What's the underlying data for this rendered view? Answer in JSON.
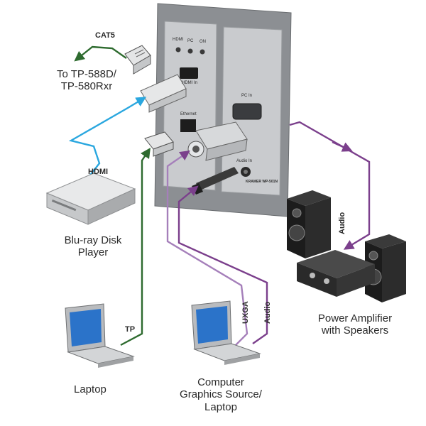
{
  "labels": {
    "cat5": "CAT5",
    "to_tp_line1": "To TP-588D/",
    "to_tp_line2": "TP-580Rxr",
    "hdmi": "HDMI",
    "bluray_line1": "Blu-ray Disk",
    "bluray_line2": "Player",
    "tp": "TP",
    "laptop": "Laptop",
    "computer_line1": "Computer",
    "computer_line2": "Graphics Source/",
    "computer_line3": "Laptop",
    "uxga": "UXGA",
    "audio_source": "Audio",
    "audio_amp": "Audio",
    "amp_line1": "Power Amplifier",
    "amp_line2": "with Speakers"
  },
  "panel": {
    "leds": [
      "HDMI",
      "PC",
      "ON"
    ],
    "hdmi_in": "HDMI In",
    "ethernet": "Ethernet",
    "pc_in": "PC In",
    "audio_in": "Audio In",
    "brand": "KRAMER WP-501N"
  },
  "colors": {
    "green": "#2e6b2f",
    "blue": "#2aa7df",
    "purple": "#7b3f8c",
    "panel": "#8f9295",
    "plate": "#c9cbcd"
  }
}
